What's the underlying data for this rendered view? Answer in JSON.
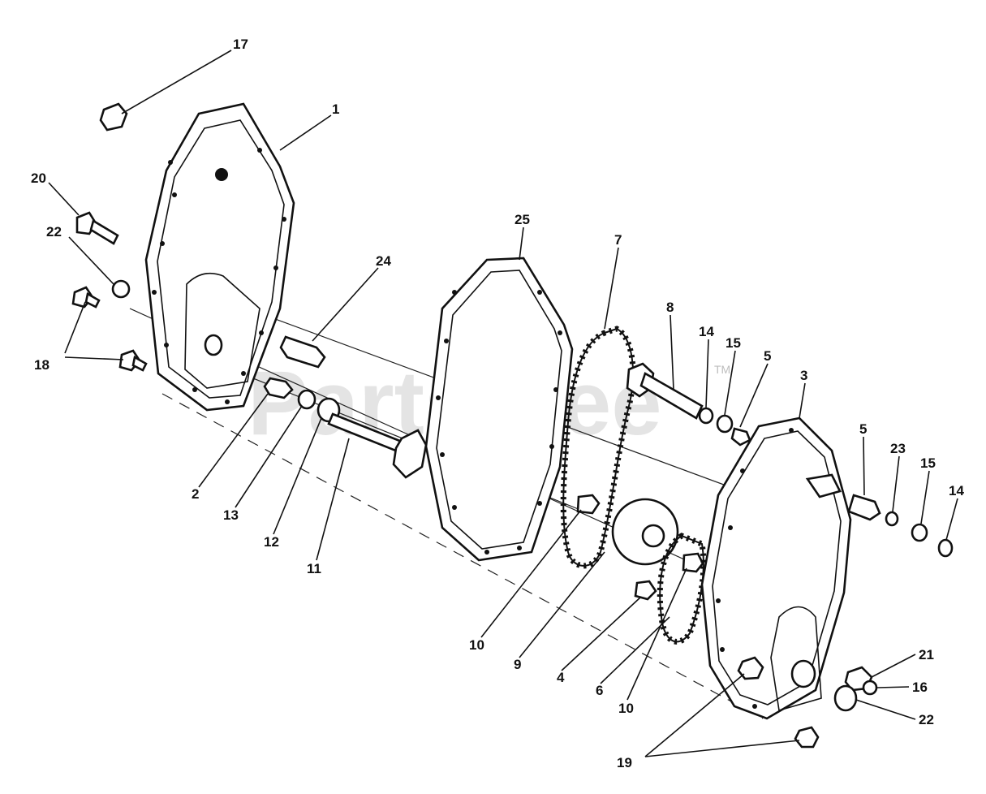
{
  "watermark": {
    "text": "PartsTree",
    "trademark": "TM"
  },
  "callouts": {
    "c1": "1",
    "c2": "2",
    "c3": "3",
    "c4": "4",
    "c5a": "5",
    "c5b": "5",
    "c6": "6",
    "c7": "7",
    "c8": "8",
    "c9": "9",
    "c10a": "10",
    "c10b": "10",
    "c11": "11",
    "c12": "12",
    "c13": "13",
    "c14a": "14",
    "c14b": "14",
    "c15a": "15",
    "c15b": "15",
    "c16": "16",
    "c17": "17",
    "c18": "18",
    "c19": "19",
    "c20": "20",
    "c21": "21",
    "c22a": "22",
    "c22b": "22",
    "c23": "23",
    "c24": "24",
    "c25": "25"
  }
}
